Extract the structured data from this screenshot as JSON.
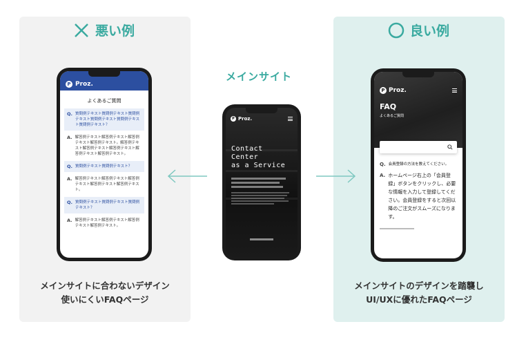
{
  "verdicts": {
    "bad": "悪い例",
    "good": "良い例"
  },
  "main_site_label": "メインサイト",
  "captions": {
    "bad_line1": "メインサイトに合わないデザイン",
    "bad_line2": "使いにくいFAQページ",
    "good_line1": "メインサイトのデザインを踏襲し",
    "good_line2": "UI/UXに優れたFAQページ"
  },
  "bad_phone": {
    "logo": "Proz.",
    "logo_mark": "P",
    "title": "よくあるご質問",
    "q_mark": "Q.",
    "a_mark": "A.",
    "q1": "質問例テキスト質問例テキスト質問例テキスト質問例テキスト質問例テキスト質問例テキスト？",
    "a1": "解答例テキスト解答例テキスト解答例テキスト解答例テキスト。解答例テキスト解答例テキスト解答例テキスト解答例テキスト解答例テキスト。",
    "q2": "質問例テキスト質問例テキスト？",
    "a2": "解答例テキスト解答例テキスト解答例テキスト解答例テキスト解答例テキスト。",
    "q3": "質問例テキスト質問例テキスト質問例テキスト？",
    "a3": "解答例テキスト解答例テキスト解答例テキスト解答例テキスト。"
  },
  "main_phone": {
    "logo": "Proz.",
    "logo_mark": "P",
    "hero_line1": "Contact",
    "hero_line2": "Center",
    "hero_line3": "as a Service"
  },
  "good_phone": {
    "logo": "Proz.",
    "logo_mark": "P",
    "faq_title": "FAQ",
    "faq_sub": "よくあるご質問",
    "q_mark": "Q.",
    "a_mark": "A.",
    "question": "会員登録の方法を教えてください。",
    "answer": "ホームページ右上の「会員登録」ボタンをクリックし、必要な情報を入力して登録してください。会員登録をすると次回以降のご注文がスムーズになります。"
  },
  "colors": {
    "accent": "#3aaaa0",
    "bad_header": "#2c4fa0",
    "good_panel": "#dff0ee",
    "bad_panel": "#f2f2f2"
  },
  "icons": [
    "cross-icon",
    "circle-icon",
    "arrow-left-icon",
    "arrow-right-icon",
    "search-icon",
    "menu-icon"
  ]
}
